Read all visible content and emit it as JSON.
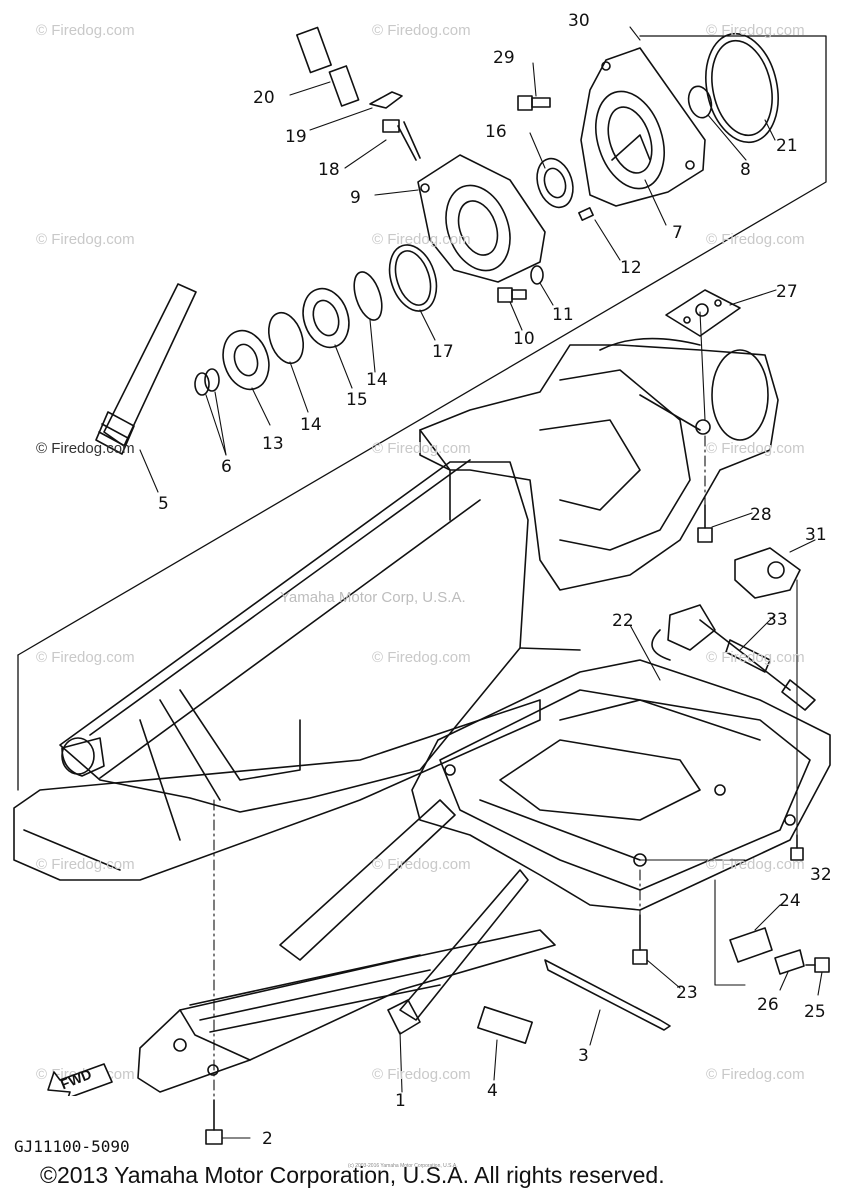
{
  "diagram": {
    "diagram_code": "GJ11100-5090",
    "copyright": "©2013 Yamaha Motor Corporation, U.S.A. All rights reserved.",
    "tiny_copyright": "(c) 2003-2016 Yamaha Motor Corporation, U.S.A.",
    "center_watermark": "Yamaha Motor Corp, U.S.A.",
    "watermark": "© Firedog.com",
    "direction_marker": "FWD",
    "callouts": [
      "1",
      "2",
      "3",
      "4",
      "5",
      "6",
      "7",
      "8",
      "9",
      "10",
      "11",
      "12",
      "13",
      "14",
      "14",
      "15",
      "16",
      "17",
      "18",
      "19",
      "20",
      "21",
      "22",
      "23",
      "24",
      "25",
      "26",
      "27",
      "28",
      "29",
      "30",
      "31",
      "32",
      "33"
    ]
  }
}
